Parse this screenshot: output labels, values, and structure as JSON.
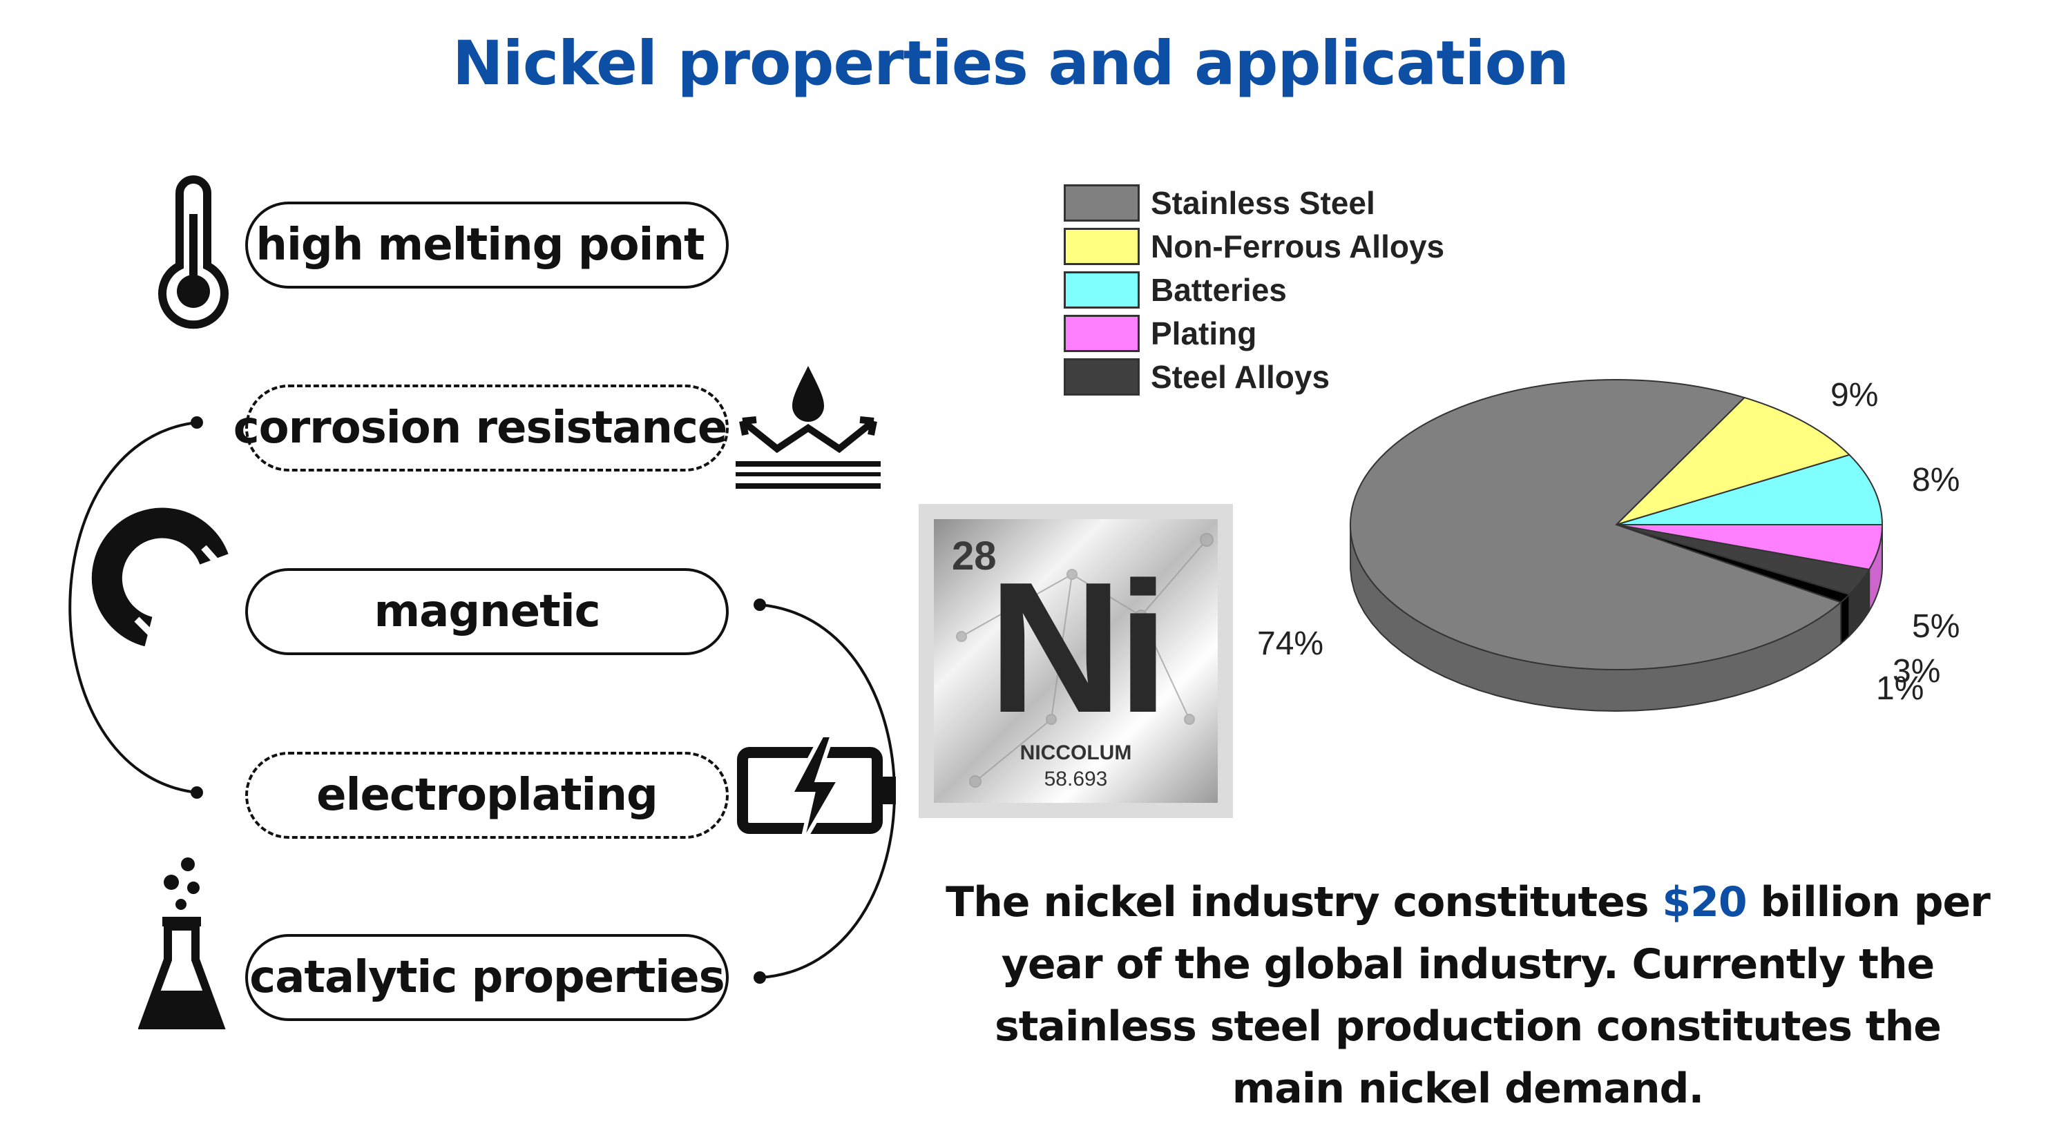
{
  "title": "Nickel properties and application",
  "properties": [
    {
      "label": "high melting point",
      "style": "solid",
      "icon": "thermometer-icon"
    },
    {
      "label": "corrosion resistance",
      "style": "dashed",
      "icon": "water-drop-icon"
    },
    {
      "label": "magnetic",
      "style": "solid",
      "icon": "magnet-icon"
    },
    {
      "label": "electroplating",
      "style": "dashed",
      "icon": "battery-charging-icon"
    },
    {
      "label": "catalytic properties",
      "style": "solid",
      "icon": "flask-icon"
    }
  ],
  "element": {
    "number": "28",
    "symbol": "Ni",
    "name": "NICCOLUM",
    "mass": "58.693"
  },
  "chart_data": {
    "type": "pie",
    "title": "",
    "legend_position": "top-left",
    "series": [
      {
        "name": "Stainless Steel",
        "value": 74,
        "label": "74%",
        "color": "#808080"
      },
      {
        "name": "Non-Ferrous Alloys",
        "value": 9,
        "label": "9%",
        "color": "#ffff80"
      },
      {
        "name": "Batteries",
        "value": 8,
        "label": "8%",
        "color": "#80ffff"
      },
      {
        "name": "Plating",
        "value": 5,
        "label": "5%",
        "color": "#ff80ff"
      },
      {
        "name": "Steel Alloys",
        "value": 3,
        "label": "3%",
        "color": "#404040"
      },
      {
        "name": "",
        "value": 1,
        "label": "1%",
        "color": "#000000"
      }
    ]
  },
  "description": {
    "part1": "The nickel industry constitutes ",
    "highlight": "$20",
    "part2": " billion per year of the global industry. Currently the stainless steel production constitutes the main nickel demand."
  },
  "colors": {
    "title": "#0e4fa6",
    "highlight": "#0e4fa6"
  }
}
